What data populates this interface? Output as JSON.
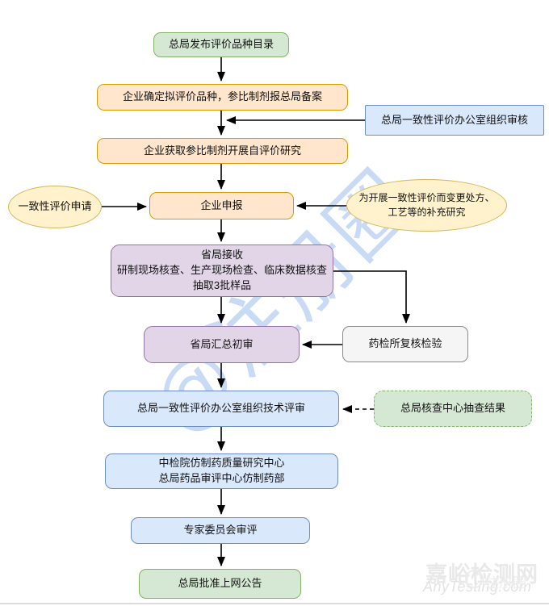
{
  "nodes": {
    "catalog": {
      "label": "总局发布评价品种目录"
    },
    "record": {
      "label": "企业确定拟评价品种，参比制剂报总局备案"
    },
    "office_review": {
      "label": "总局一致性评价办公室组织审核"
    },
    "self_study": {
      "label": "企业获取参比制剂开展自评价研究"
    },
    "application": {
      "label": "一致性评价申请"
    },
    "apply": {
      "label": "企业申报"
    },
    "supplement": {
      "lines": [
        "为开展一致性评价而变更处方、",
        "工艺等的补充研究"
      ]
    },
    "province_receive": {
      "lines": [
        "省局接收",
        "研制现场核查、生产现场检查、临床数据核查",
        "抽取3批样品"
      ]
    },
    "province_review": {
      "label": "省局汇总初审"
    },
    "lab_test": {
      "label": "药检所复核检验"
    },
    "tech_review": {
      "label": "总局一致性评价办公室组织技术评审"
    },
    "spot_check": {
      "label": "总局核查中心抽查结果"
    },
    "centers": {
      "lines": [
        "中检院仿制药质量研究中心",
        "总局药品审评中心仿制药部"
      ]
    },
    "expert": {
      "label": "专家委员会审评"
    },
    "approval": {
      "label": "总局批准上网公告"
    }
  },
  "watermarks": {
    "diagonal": "@注册圈",
    "site_name": "嘉峪检测网",
    "site_url": "AnyTesting.com",
    "brand": "注册圈"
  },
  "colors": {
    "green_fill": "#d5e8d4",
    "green_stroke": "#82b366",
    "orange_fill": "#ffe6cc",
    "orange_stroke": "#d79b00",
    "blue_fill": "#dae8fc",
    "blue_stroke": "#6c8ebf",
    "purple_fill": "#e1d5e7",
    "purple_stroke": "#9673a6",
    "gray_fill": "#f5f5f5",
    "gray_stroke": "#8a8a8a",
    "yellow_fill": "#fff2cc",
    "yellow_stroke": "#d6b656",
    "arrow": "#000000",
    "watermark_blue": "rgba(127,170,228,0.42)"
  }
}
